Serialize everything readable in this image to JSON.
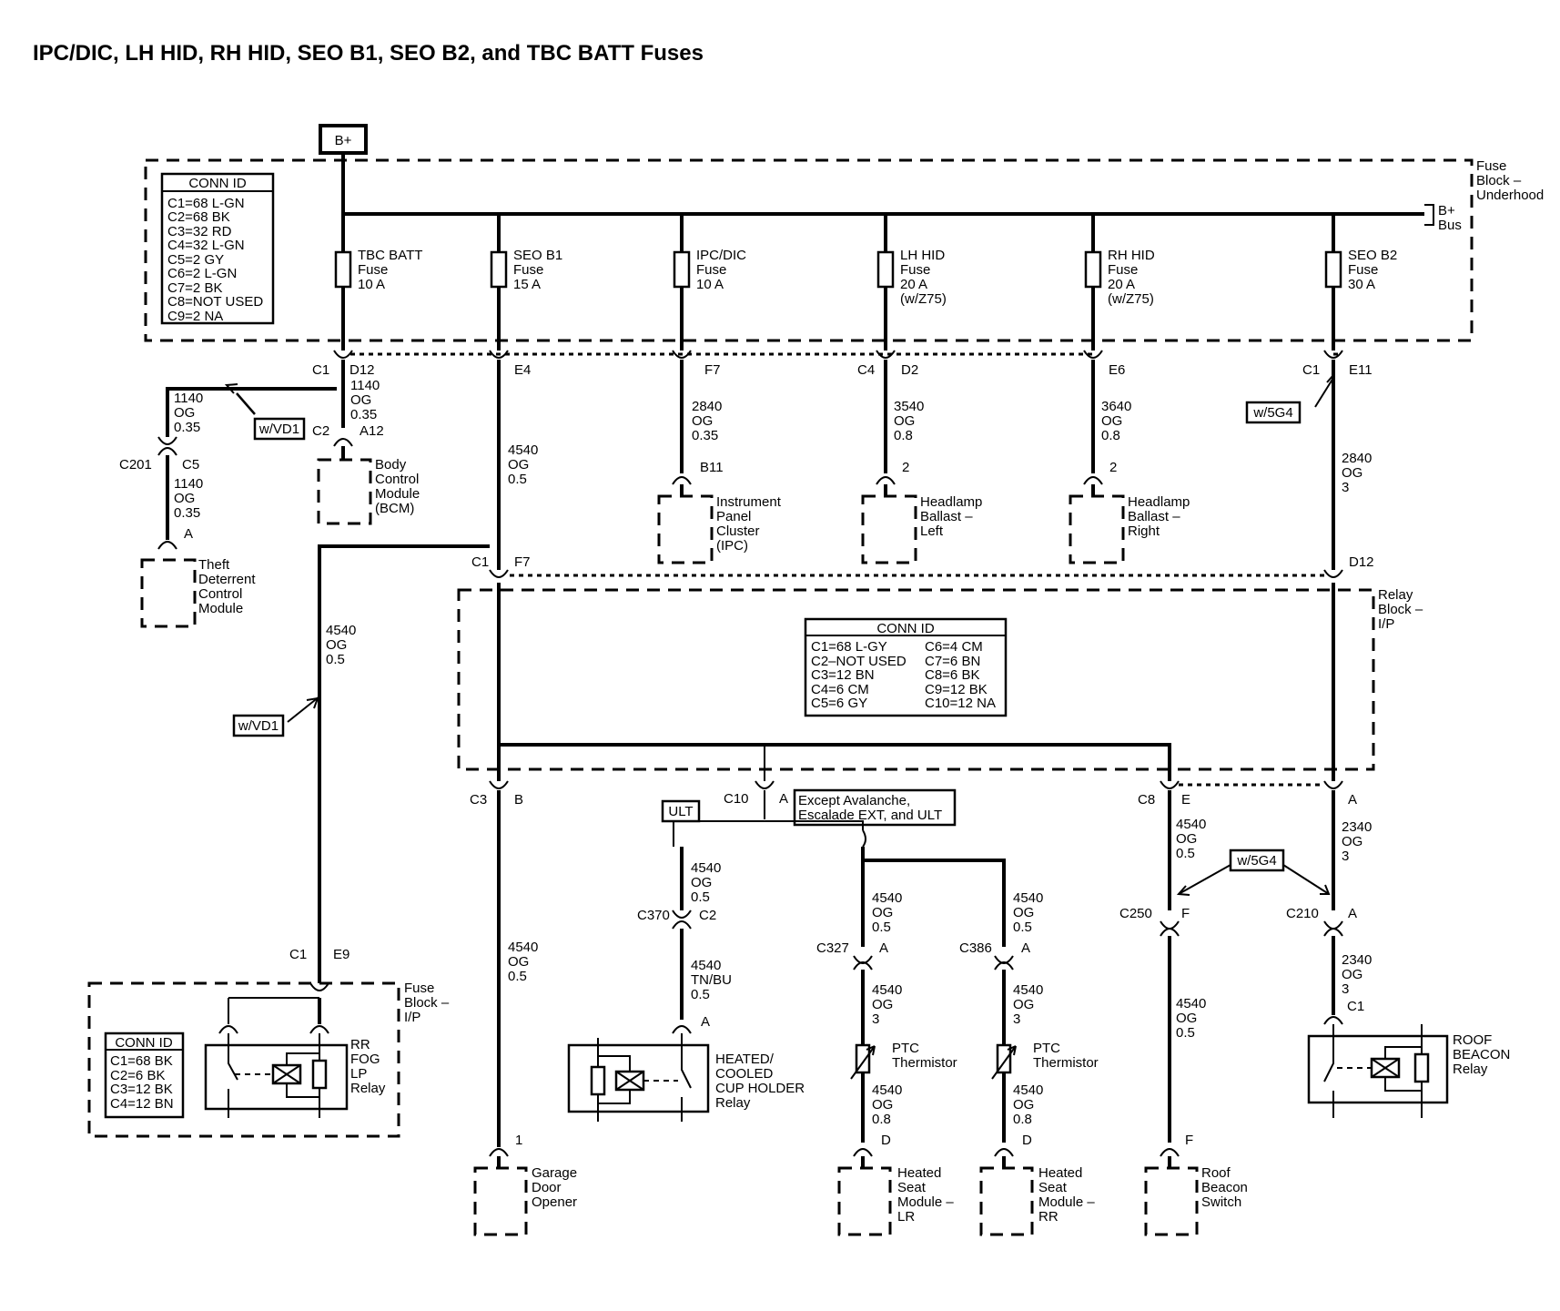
{
  "title": "IPC/DIC, LH HID, RH HID, SEO B1, SEO B2, and TBC BATT Fuses",
  "power_source": "B+",
  "fuse_block_underhood": {
    "name": [
      "Fuse",
      "Block –",
      "Underhood"
    ],
    "bus": [
      "B+",
      "Bus"
    ],
    "conn_id": {
      "header": "CONN ID",
      "rows": [
        "C1=68 L-GN",
        "C2=68 BK",
        "C3=32 RD",
        "C4=32 L-GN",
        "C5=2 GY",
        "C6=2 L-GN",
        "C7=2 BK",
        "C8=NOT USED",
        "C9=2 NA"
      ]
    },
    "fuses": [
      {
        "lines": [
          "TBC BATT",
          "Fuse",
          "10 A"
        ]
      },
      {
        "lines": [
          "SEO B1",
          "Fuse",
          "15 A"
        ]
      },
      {
        "lines": [
          "IPC/DIC",
          "Fuse",
          "10 A"
        ]
      },
      {
        "lines": [
          "LH HID",
          "Fuse",
          "20 A",
          "(w/Z75)"
        ]
      },
      {
        "lines": [
          "RH HID",
          "Fuse",
          "20 A",
          "(w/Z75)"
        ]
      },
      {
        "lines": [
          "SEO B2",
          "Fuse",
          "30 A"
        ]
      }
    ]
  },
  "relay_block_ip": {
    "name": [
      "Relay",
      "Block –",
      "I/P"
    ],
    "conn_id": {
      "header": "CONN ID",
      "left": [
        "C1=68 L-GY",
        "C2–NOT USED",
        "C3=12 BN",
        "C4=6 CM",
        "C5=6 GY"
      ],
      "right": [
        "C6=4 CM",
        "C7=6 BN",
        "C8=6 BK",
        "C9=12 BK",
        "C10=12 NA"
      ]
    }
  },
  "fuse_block_ip": {
    "name": [
      "Fuse",
      "Block –",
      "I/P"
    ],
    "conn_id": {
      "header": "CONN ID",
      "rows": [
        "C1=68 BK",
        "C2=6 BK",
        "C3=12 BK",
        "C4=12 BN"
      ]
    },
    "relay": [
      "RR",
      "FOG",
      "LP",
      "Relay"
    ]
  },
  "components": {
    "tdcm": [
      "Theft",
      "Deterrent",
      "Control",
      "Module"
    ],
    "bcm": [
      "Body",
      "Control",
      "Module",
      "(BCM)"
    ],
    "ipc": [
      "Instrument",
      "Panel",
      "Cluster",
      "(IPC)"
    ],
    "ballast_left": [
      "Headlamp",
      "Ballast –",
      "Left"
    ],
    "ballast_right": [
      "Headlamp",
      "Ballast –",
      "Right"
    ],
    "garage": [
      "Garage",
      "Door",
      "Opener"
    ],
    "cup_relay": [
      "HEATED/",
      "COOLED",
      "CUP HOLDER",
      "Relay"
    ],
    "seat_lr": [
      "Heated",
      "Seat",
      "Module –",
      "LR"
    ],
    "seat_rr": [
      "Heated",
      "Seat",
      "Module –",
      "RR"
    ],
    "roof_switch": [
      "Roof",
      "Beacon",
      "Switch"
    ],
    "roof_relay": [
      "ROOF",
      "BEACON",
      "Relay"
    ],
    "ptc1": [
      "PTC",
      "Thermistor"
    ],
    "ptc2": [
      "PTC",
      "Thermistor"
    ]
  },
  "options": {
    "wvd1": "w/VD1",
    "w5g4": "w/5G4",
    "ult": "ULT",
    "except": [
      "Except Avalanche,",
      "Escalade EXT, and ULT"
    ]
  },
  "connectors": {
    "c1_tbc": "C1",
    "d12_tbc": "D12",
    "c2_bcm": "C2",
    "a12_bcm": "A12",
    "c201": "C201",
    "c5": "C5",
    "a_tdcm": "A",
    "e4": "E4",
    "f7_ipc": "F7",
    "b11": "B11",
    "c4_lh": "C4",
    "d2_lh": "D2",
    "pin2_lh": "2",
    "e6_rh": "E6",
    "pin2_rh": "2",
    "c1_seo2": "C1",
    "e11": "E11",
    "c1_rb": "C1",
    "f7_rb": "F7",
    "d12_rb": "D12",
    "c3_rb": "C3",
    "b_rb": "B",
    "c10": "C10",
    "a_c10": "A",
    "c8": "C8",
    "e_c8": "E",
    "a_right": "A",
    "c370": "C370",
    "c2_c370": "C2",
    "a_cup": "A",
    "c327": "C327",
    "a_c327": "A",
    "c386": "C386",
    "a_c386": "A",
    "d_lr": "D",
    "d_rr": "D",
    "c250": "C250",
    "f_c250": "F",
    "c210": "C210",
    "a_c210": "A",
    "c1_roof": "C1",
    "f_switch": "F",
    "pin1_garage": "1",
    "c1_fbip": "C1",
    "e9": "E9"
  },
  "wires": {
    "w1140a": [
      "1140",
      "OG",
      "0.35"
    ],
    "w1140b": [
      "1140",
      "OG",
      "0.35"
    ],
    "w1140c": [
      "1140",
      "OG",
      "0.35"
    ],
    "w4540_seo1": [
      "4540",
      "OG",
      "0.5"
    ],
    "w2840_ipc": [
      "2840",
      "OG",
      "0.35"
    ],
    "w3540": [
      "3540",
      "OG",
      "0.8"
    ],
    "w3640": [
      "3640",
      "OG",
      "0.8"
    ],
    "w2840_seo2": [
      "2840",
      "OG",
      "3"
    ],
    "w4540_left": [
      "4540",
      "OG",
      "0.5"
    ],
    "w4540_garage": [
      "4540",
      "OG",
      "0.5"
    ],
    "w4540_ult": [
      "4540",
      "OG",
      "0.5"
    ],
    "w4540_tnbu": [
      "4540",
      "TN/BU",
      "0.5"
    ],
    "w4540_327a": [
      "4540",
      "OG",
      "0.5"
    ],
    "w4540_327b": [
      "4540",
      "OG",
      "3"
    ],
    "w4540_327c": [
      "4540",
      "OG",
      "0.8"
    ],
    "w4540_386a": [
      "4540",
      "OG",
      "0.5"
    ],
    "w4540_386b": [
      "4540",
      "OG",
      "3"
    ],
    "w4540_386c": [
      "4540",
      "OG",
      "0.8"
    ],
    "w4540_c8": [
      "4540",
      "OG",
      "0.5"
    ],
    "w4540_c250": [
      "4540",
      "OG",
      "0.5"
    ],
    "w2340a": [
      "2340",
      "OG",
      "3"
    ],
    "w2340b": [
      "2340",
      "OG",
      "3"
    ]
  }
}
